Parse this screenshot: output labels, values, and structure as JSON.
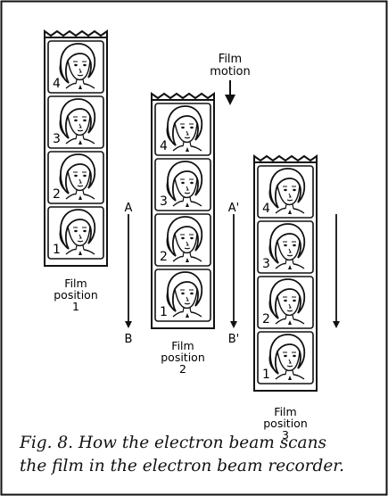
{
  "caption": {
    "line1": "Fig. 8. How the electron beam scans",
    "line2": "the film in the electron beam recorder."
  },
  "film_motion_label": {
    "line1": "Film",
    "line2": "motion"
  },
  "strips": [
    {
      "frames": [
        "4",
        "3",
        "2",
        "1"
      ],
      "label": [
        "Film",
        "position",
        "1"
      ]
    },
    {
      "frames": [
        "4",
        "3",
        "2",
        "1"
      ],
      "label": [
        "Film",
        "position",
        "2"
      ]
    },
    {
      "frames": [
        "4",
        "3",
        "2",
        "1"
      ],
      "label": [
        "Film",
        "position",
        "3"
      ]
    }
  ],
  "scan_arrows": [
    {
      "start": "A",
      "end": "B"
    },
    {
      "start": "A'",
      "end": "B'"
    },
    {
      "start": "",
      "end": ""
    }
  ],
  "colors": {
    "ink": "#111111",
    "background": "#ffffff"
  }
}
